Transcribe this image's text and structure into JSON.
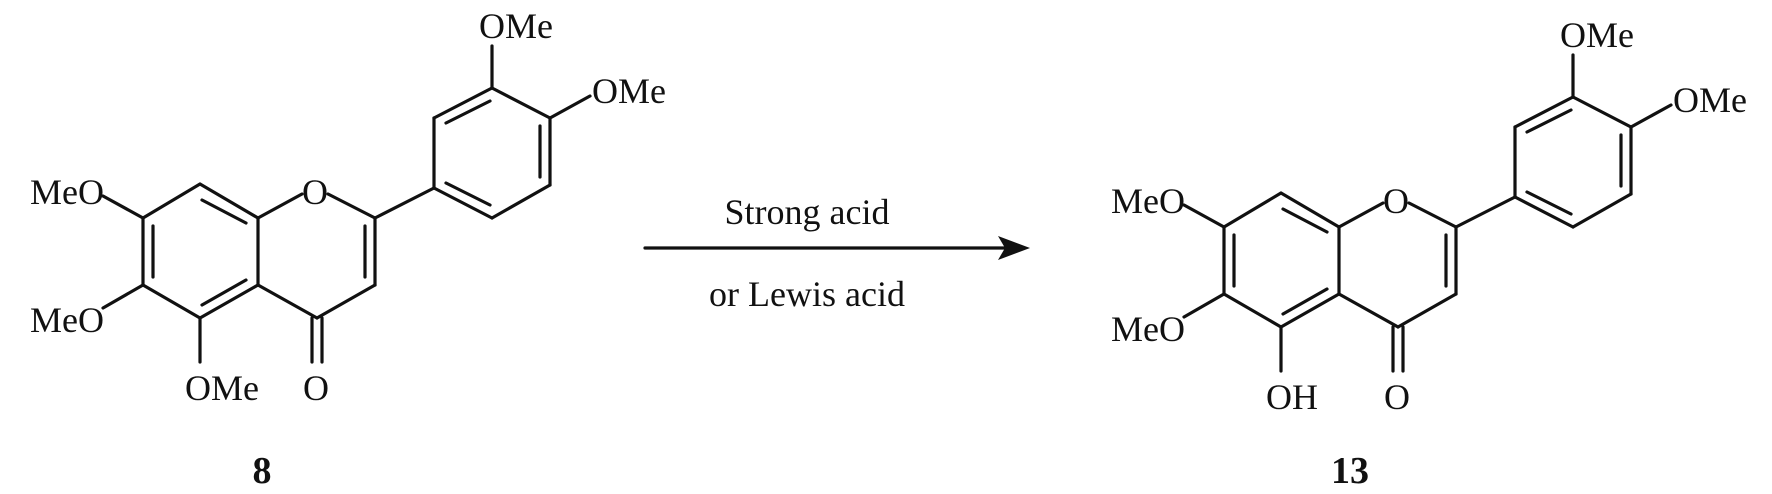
{
  "reaction": {
    "reactant": {
      "label": "8",
      "substituents": {
        "c7": "MeO",
        "c6": "MeO",
        "c5": "OMe",
        "carbonyl": "O",
        "ring_oxygen": "O",
        "c3_prime": "OMe",
        "c4_prime": "OMe"
      }
    },
    "conditions": {
      "above_arrow": "Strong acid",
      "below_arrow": "or Lewis acid"
    },
    "product": {
      "label": "13",
      "substituents": {
        "c7": "MeO",
        "c6": "MeO",
        "c5": "OH",
        "carbonyl": "O",
        "ring_oxygen": "O",
        "c3_prime": "OMe",
        "c4_prime": "OMe"
      }
    }
  }
}
